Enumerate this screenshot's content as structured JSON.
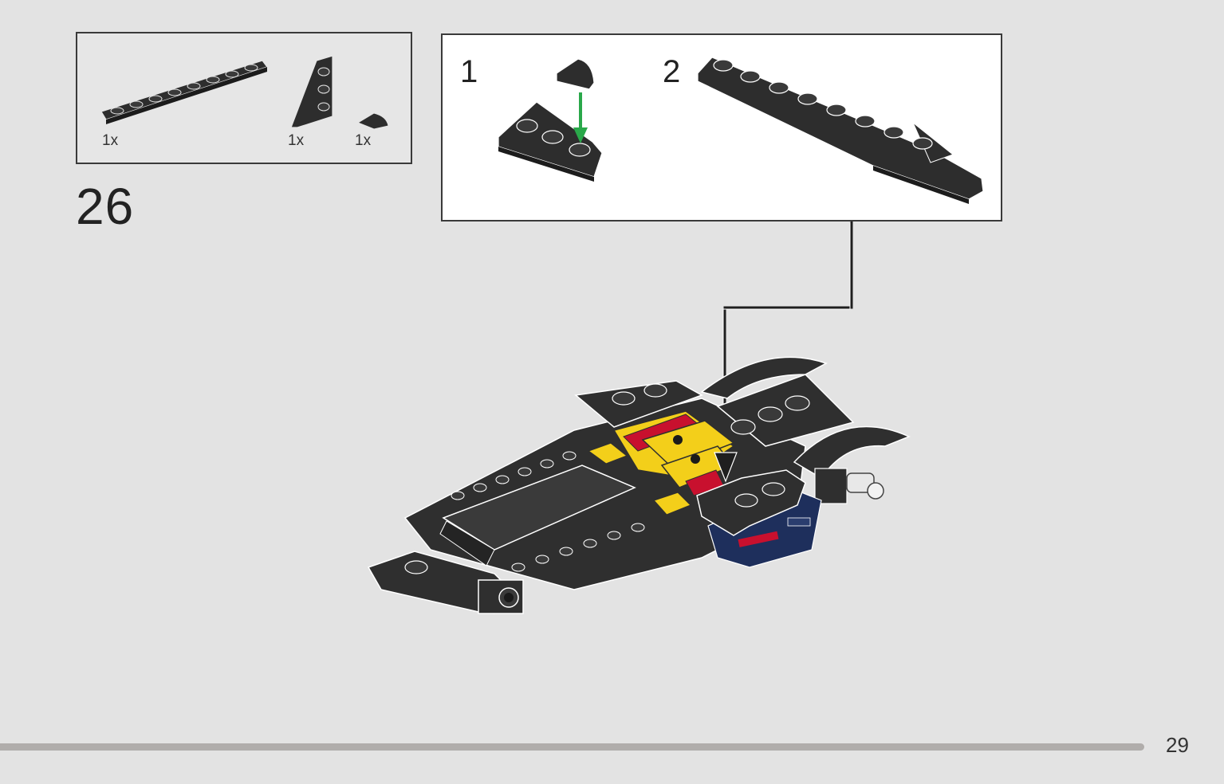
{
  "parts_list": {
    "items": [
      {
        "part": "plate-1x8",
        "color": "#2d2d2d",
        "quantity": "1x"
      },
      {
        "part": "wedge-plate",
        "color": "#2d2d2d",
        "quantity": "1x"
      },
      {
        "part": "tile-quarter-round",
        "color": "#2d2d2d",
        "quantity": "1x"
      }
    ]
  },
  "step": {
    "number": "26"
  },
  "sub_steps": [
    {
      "number": "1"
    },
    {
      "number": "2"
    }
  ],
  "arrows": {
    "insert_arrow_color": "#2aa84a",
    "callout_line_color": "#1f1f1f"
  },
  "model_colors": {
    "dark_gray": "#2f2f2f",
    "yellow": "#f3cf1a",
    "red": "#c8102e",
    "navy": "#1e2f5c",
    "light_gray": "#bfbfbf"
  },
  "footer": {
    "page_number": "29",
    "progress": 1.0
  }
}
